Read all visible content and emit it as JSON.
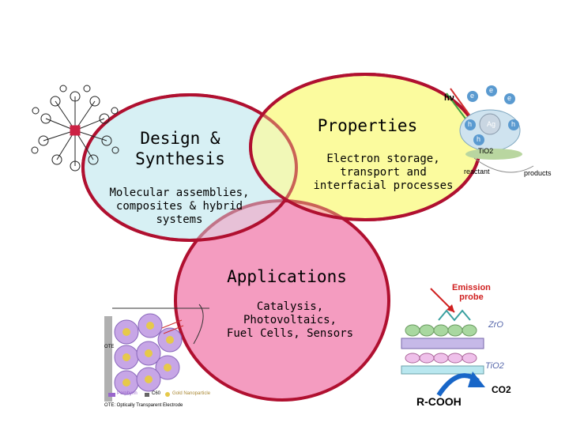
{
  "circles": {
    "design": {
      "title": "Design &\nSynthesis",
      "subtitle": "Molecular assemblies,\ncomposites & hybrid\nsystems",
      "fill": "#d8f0f4",
      "stroke": "#b01030"
    },
    "properties": {
      "title": "Properties",
      "subtitle": "Electron storage,\ntransport and\ninterfacial processes",
      "fill": "#fbfb9e",
      "stroke": "#b01030"
    },
    "applications": {
      "title": "Applications",
      "subtitle": "Catalysis, Photovoltaics,\nFuel Cells, Sensors",
      "fill": "#f49cc0",
      "stroke": "#b01030"
    }
  },
  "photocatalysis": {
    "light": "hν",
    "electron": "e",
    "hole": "h",
    "metal": "Ag",
    "support": "TiO2",
    "reactant": "reactant",
    "products": "products"
  },
  "sensor": {
    "emission": "Emission\nprobe",
    "zro": "ZrO",
    "tio": "TiO2",
    "rcooh": "R-COOH",
    "co2": "CO2"
  },
  "cell": {
    "legend_porphyrin": "Porphyrin",
    "legend_c60": "C60",
    "legend_gold": "Gold Nanoparticle",
    "caption": "OTE: Optically Transparent Electrode",
    "ote_label": "OTE"
  }
}
